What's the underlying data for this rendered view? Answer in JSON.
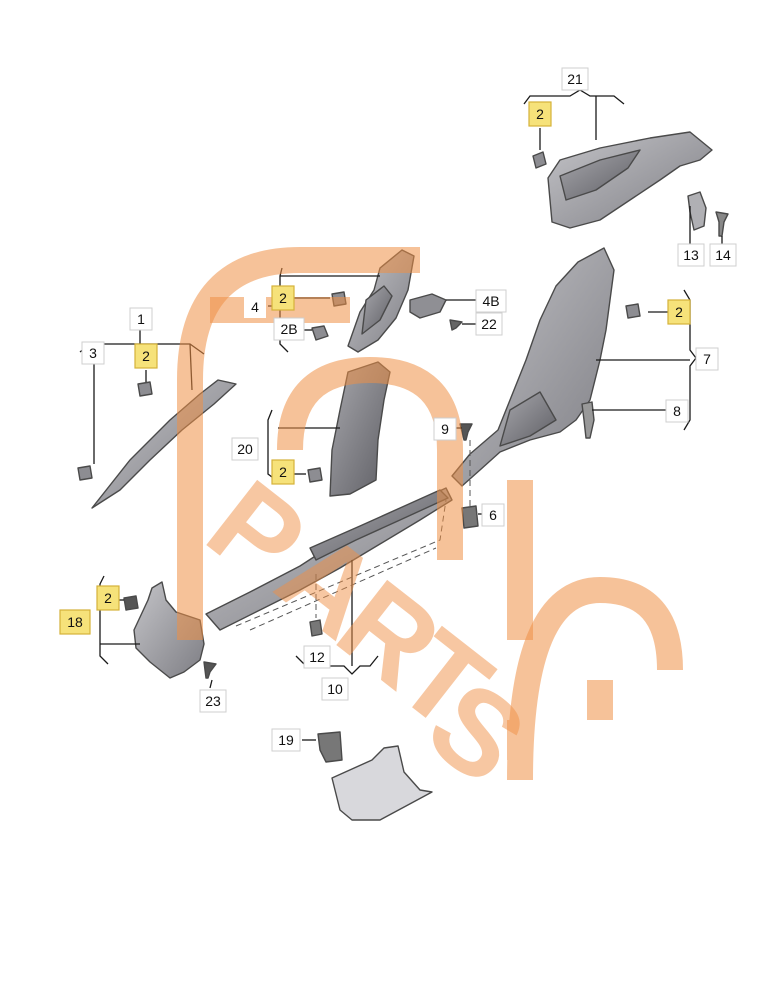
{
  "diagram": {
    "labels": [
      {
        "id": "21",
        "text": "21",
        "highlight": false
      },
      {
        "id": "2-top",
        "text": "2",
        "highlight": true
      },
      {
        "id": "13",
        "text": "13",
        "highlight": false
      },
      {
        "id": "14",
        "text": "14",
        "highlight": false
      },
      {
        "id": "4",
        "text": "4",
        "highlight": false
      },
      {
        "id": "2-pillar",
        "text": "2",
        "highlight": true
      },
      {
        "id": "2B",
        "text": "2B",
        "highlight": false
      },
      {
        "id": "4B",
        "text": "4B",
        "highlight": false
      },
      {
        "id": "22",
        "text": "22",
        "highlight": false
      },
      {
        "id": "2-right",
        "text": "2",
        "highlight": true
      },
      {
        "id": "7",
        "text": "7",
        "highlight": false
      },
      {
        "id": "8",
        "text": "8",
        "highlight": false
      },
      {
        "id": "1",
        "text": "1",
        "highlight": false
      },
      {
        "id": "2-left",
        "text": "2",
        "highlight": true
      },
      {
        "id": "3",
        "text": "3",
        "highlight": false
      },
      {
        "id": "9",
        "text": "9",
        "highlight": false
      },
      {
        "id": "6",
        "text": "6",
        "highlight": false
      },
      {
        "id": "20",
        "text": "20",
        "highlight": false
      },
      {
        "id": "2-mid",
        "text": "2",
        "highlight": true
      },
      {
        "id": "2-low",
        "text": "2",
        "highlight": true
      },
      {
        "id": "18",
        "text": "18",
        "highlight": true
      },
      {
        "id": "12",
        "text": "12",
        "highlight": false
      },
      {
        "id": "10",
        "text": "10",
        "highlight": false
      },
      {
        "id": "23",
        "text": "23",
        "highlight": false
      },
      {
        "id": "19",
        "text": "19",
        "highlight": false
      }
    ],
    "colors": {
      "highlight": "#f6e27a",
      "watermark": "#ef8f45",
      "part_fill": "#9a9a9e"
    }
  }
}
